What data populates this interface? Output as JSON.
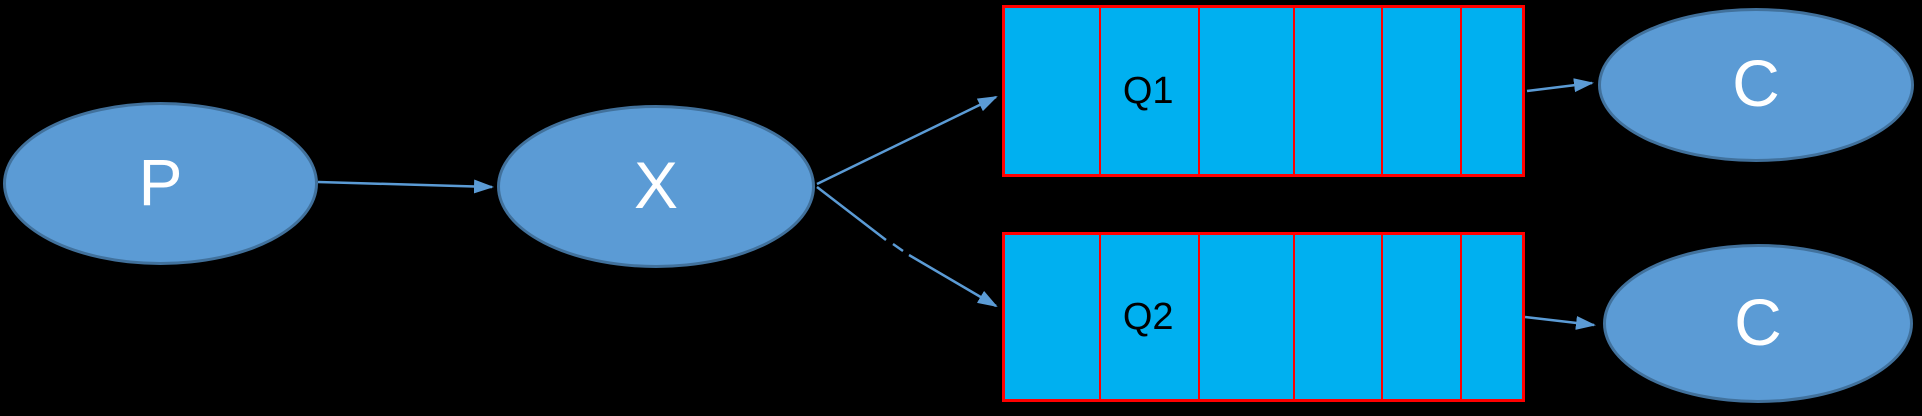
{
  "colors": {
    "background": "#000000",
    "node_fill": "#5B9BD5",
    "node_border": "#41719C",
    "node_text": "#FFFFFF",
    "queue_fill": "#00B0F0",
    "queue_border": "#FF0000",
    "queue_text": "#000000",
    "arrow": "#5B9BD5"
  },
  "graph": {
    "type": "flow-diagram",
    "nodes": [
      {
        "id": "P",
        "label": "P",
        "shape": "ellipse"
      },
      {
        "id": "X",
        "label": "X",
        "shape": "ellipse"
      },
      {
        "id": "Q1",
        "label": "Q1",
        "shape": "queue",
        "cells": 6,
        "dividers": [
          0.1816,
          0.3729,
          0.5564,
          0.7266,
          0.8796
        ]
      },
      {
        "id": "Q2",
        "label": "Q2",
        "shape": "queue",
        "cells": 6,
        "dividers": [
          0.1816,
          0.3729,
          0.5564,
          0.7266,
          0.8796
        ]
      },
      {
        "id": "C1",
        "label": "C",
        "shape": "ellipse"
      },
      {
        "id": "C2",
        "label": "C",
        "shape": "ellipse"
      }
    ],
    "edges": [
      {
        "id": "P-X",
        "segments": [
          [
            [
              318,
              182
            ],
            [
              492,
              187
            ]
          ]
        ]
      },
      {
        "id": "X-Q1",
        "segments": [
          [
            [
              817,
              184
            ],
            [
              996,
              97
            ]
          ]
        ]
      },
      {
        "id": "X-Q2",
        "segments": [
          [
            [
              817,
              187
            ],
            [
              886,
              240
            ]
          ],
          [
            [
              893,
              244
            ],
            [
              903,
              251
            ]
          ],
          [
            [
              909,
              255
            ],
            [
              996,
              306
            ]
          ]
        ]
      },
      {
        "id": "Q1-C1",
        "segments": [
          [
            [
              1527,
              91
            ],
            [
              1592,
              83
            ]
          ]
        ]
      },
      {
        "id": "Q2-C2",
        "segments": [
          [
            [
              1525,
              317
            ],
            [
              1594,
              325
            ]
          ]
        ]
      }
    ]
  }
}
